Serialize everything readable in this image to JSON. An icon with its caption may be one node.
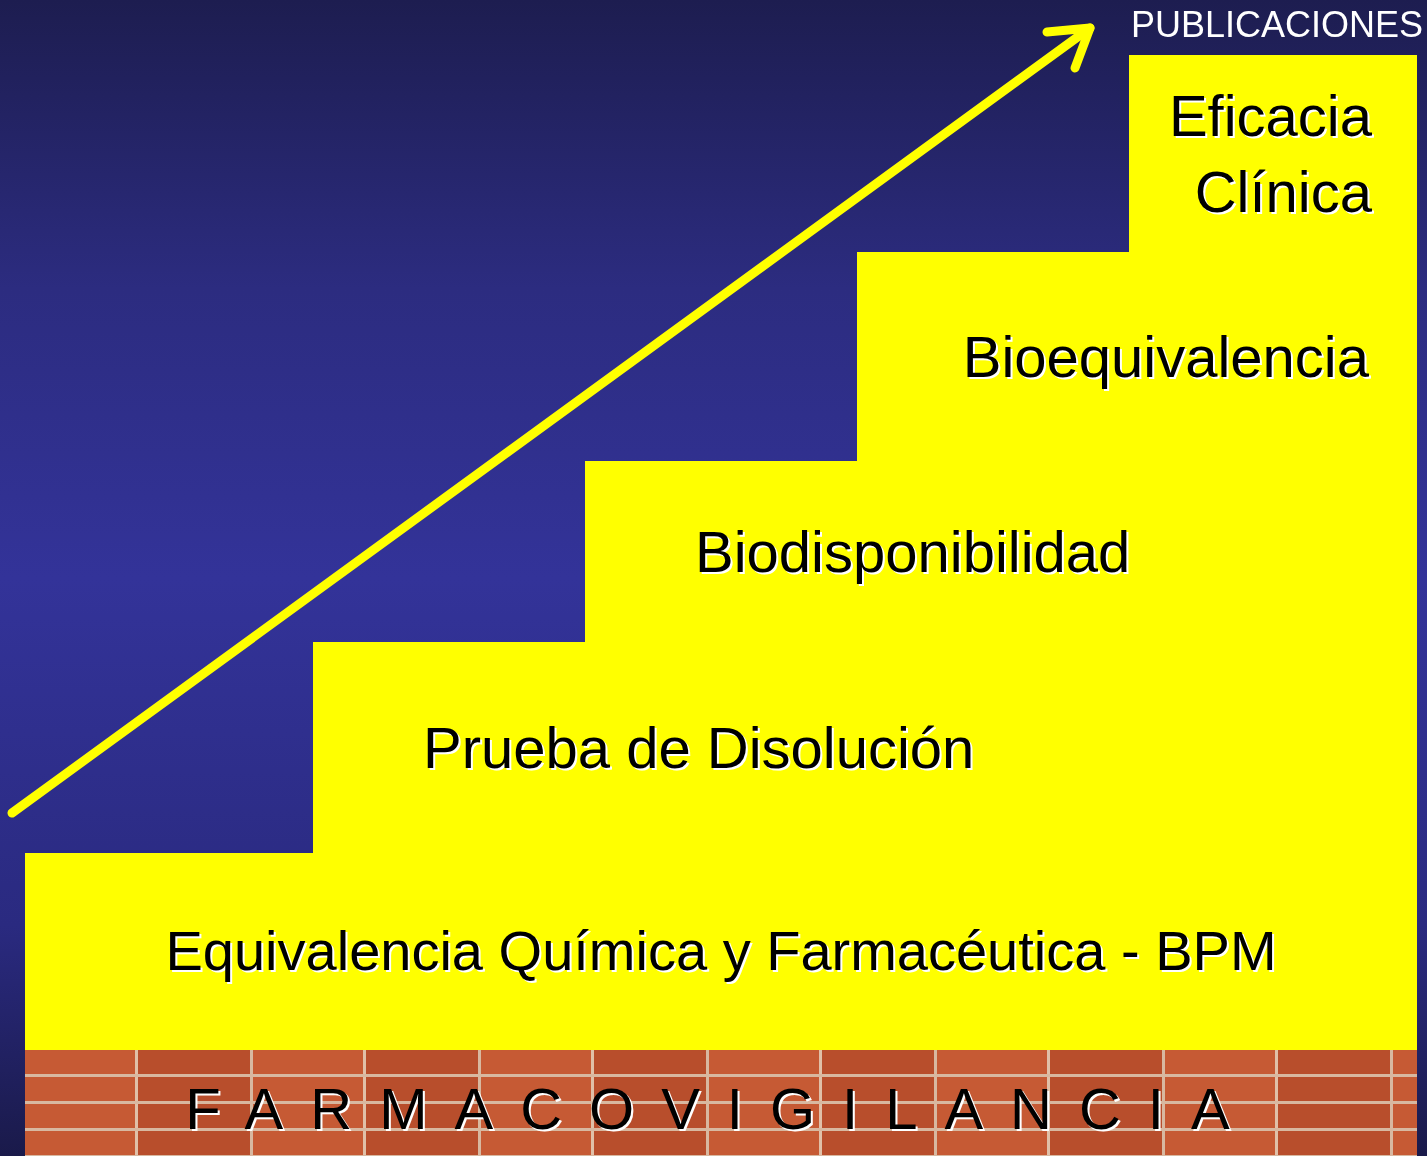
{
  "diagram": {
    "nodes": [
      {
        "text": [
          "Eficacia Clínica"
        ]
      },
      {
        "text": [
          "Bioequivalencia"
        ]
      },
      {
        "text": [
          "Biodisponibilidad"
        ]
      },
      {
        "text": [
          "Prueba de Disolución"
        ]
      },
      {
        "text": [
          "Equivalencia Química y Farmacéutica - BPM"
        ]
      },
      {
        "text": [
          "FARMACOVIGILANCIA"
        ]
      }
    ],
    "labels": [
      "PUBLICACIONES"
    ]
  }
}
